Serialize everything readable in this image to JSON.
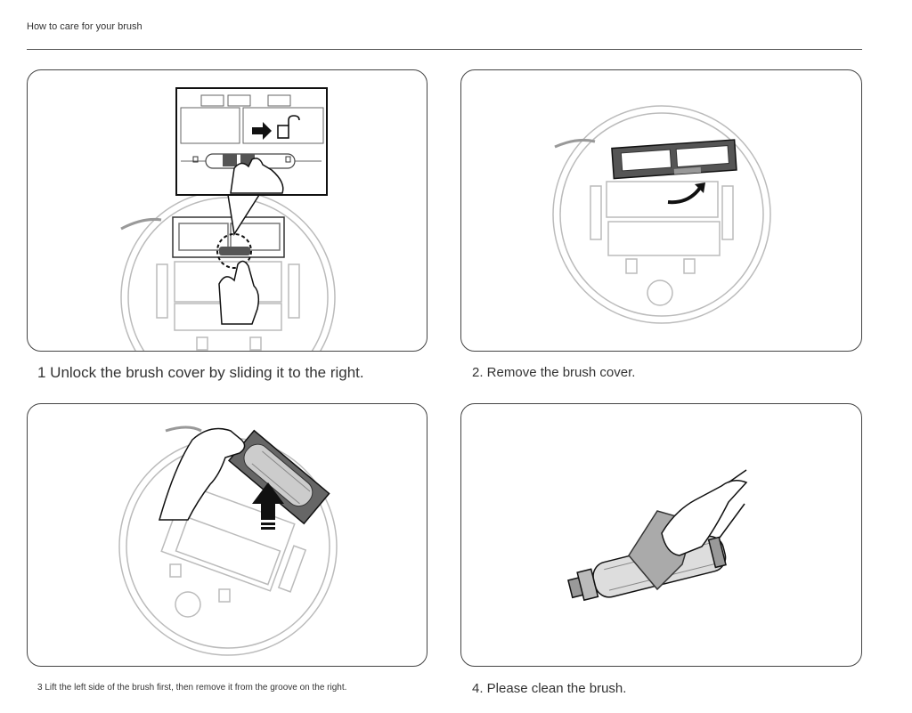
{
  "header": {
    "title": "How to care for your brush"
  },
  "steps": [
    {
      "caption": "1 Unlock the brush cover by sliding it to the right."
    },
    {
      "caption": "2. Remove the brush cover."
    },
    {
      "caption": "3 Lift the left side of the brush first, then remove it from the groove on the right."
    },
    {
      "caption": "4. Please clean the brush."
    }
  ]
}
